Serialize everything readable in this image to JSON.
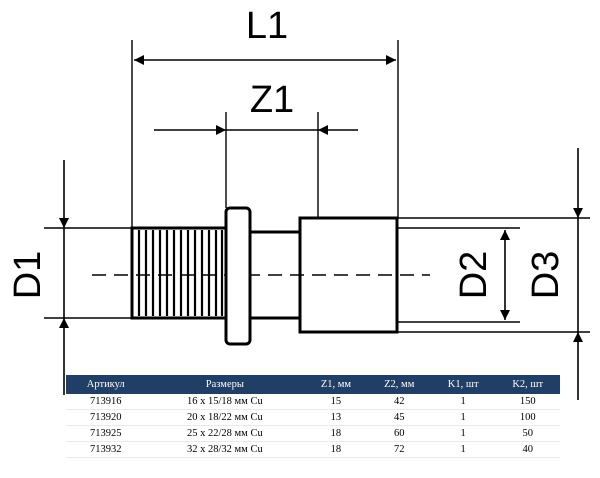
{
  "drawing": {
    "labels": {
      "l1": "L1",
      "z1": "Z1",
      "d1": "D1",
      "d2": "D2",
      "d3": "D3"
    }
  },
  "table": {
    "headers": [
      "Артикул",
      "Размеры",
      "Z1, мм",
      "Z2, мм",
      "K1, шт",
      "K2, шт"
    ],
    "rows": [
      [
        "713916",
        "16 x 15/18 мм Cu",
        "15",
        "42",
        "1",
        "150"
      ],
      [
        "713920",
        "20 x 18/22 мм Cu",
        "13",
        "45",
        "1",
        "100"
      ],
      [
        "713925",
        "25 x 22/28 мм Cu",
        "18",
        "60",
        "1",
        "50"
      ],
      [
        "713932",
        "32 x 28/32 мм Cu",
        "18",
        "72",
        "1",
        "40"
      ]
    ]
  },
  "colors": {
    "header_bg": "#213e66",
    "header_text": "#ffffff",
    "line": "#000000"
  }
}
